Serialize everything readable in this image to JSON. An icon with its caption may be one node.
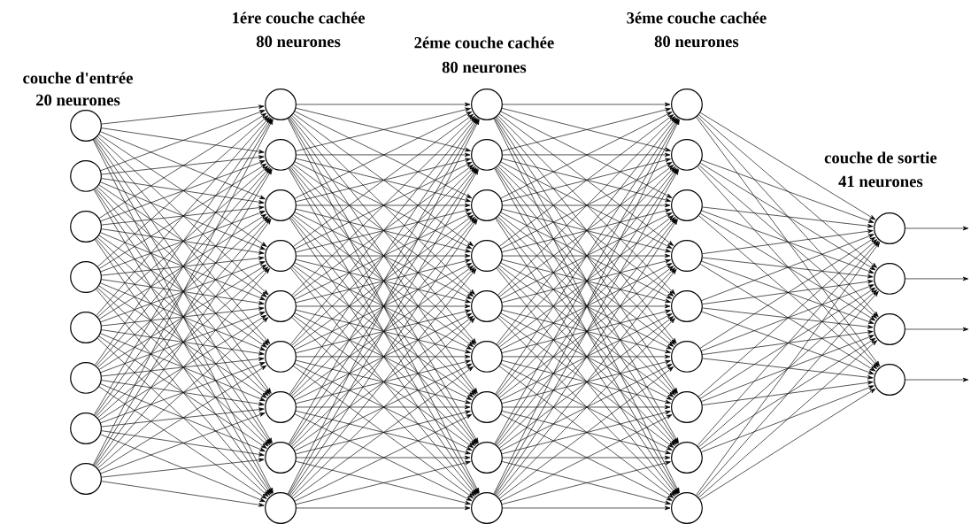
{
  "diagram": {
    "nodes": [
      {
        "text": [],
        "shape": "circle"
      },
      {
        "text": [],
        "shape": "circle"
      },
      {
        "text": [],
        "shape": "circle"
      },
      {
        "text": [],
        "shape": "circle"
      },
      {
        "text": [],
        "shape": "circle"
      },
      {
        "text": [],
        "shape": "circle"
      },
      {
        "text": [],
        "shape": "circle"
      },
      {
        "text": [],
        "shape": "circle"
      },
      {
        "text": [],
        "shape": "circle"
      },
      {
        "text": [],
        "shape": "circle"
      },
      {
        "text": [],
        "shape": "circle"
      },
      {
        "text": [],
        "shape": "circle"
      },
      {
        "text": [],
        "shape": "circle"
      },
      {
        "text": [],
        "shape": "circle"
      },
      {
        "text": [],
        "shape": "circle"
      },
      {
        "text": [],
        "shape": "circle"
      },
      {
        "text": [],
        "shape": "circle"
      },
      {
        "text": [],
        "shape": "circle"
      },
      {
        "text": [],
        "shape": "circle"
      },
      {
        "text": [],
        "shape": "circle"
      },
      {
        "text": [],
        "shape": "circle"
      },
      {
        "text": [],
        "shape": "circle"
      },
      {
        "text": [],
        "shape": "circle"
      },
      {
        "text": [],
        "shape": "circle"
      },
      {
        "text": [],
        "shape": "circle"
      },
      {
        "text": [],
        "shape": "circle"
      },
      {
        "text": [],
        "shape": "circle"
      },
      {
        "text": [],
        "shape": "circle"
      },
      {
        "text": [],
        "shape": "circle"
      },
      {
        "text": [],
        "shape": "circle"
      },
      {
        "text": [],
        "shape": "circle"
      },
      {
        "text": [],
        "shape": "circle"
      },
      {
        "text": [],
        "shape": "circle"
      },
      {
        "text": [],
        "shape": "circle"
      },
      {
        "text": [],
        "shape": "circle"
      },
      {
        "text": [],
        "shape": "circle"
      },
      {
        "text": [],
        "shape": "circle"
      },
      {
        "text": [],
        "shape": "circle"
      },
      {
        "text": [],
        "shape": "circle"
      }
    ],
    "edges": [
      {
        "from": 0,
        "to": 8,
        "arrow": "to"
      },
      {
        "from": 0,
        "to": 9,
        "arrow": "to"
      },
      {
        "from": 0,
        "to": 10,
        "arrow": "to"
      },
      {
        "from": 0,
        "to": 11,
        "arrow": "to"
      },
      {
        "from": 0,
        "to": 12,
        "arrow": "to"
      },
      {
        "from": 0,
        "to": 13,
        "arrow": "to"
      },
      {
        "from": 0,
        "to": 14,
        "arrow": "to"
      },
      {
        "from": 0,
        "to": 15,
        "arrow": "to"
      },
      {
        "from": 0,
        "to": 16,
        "arrow": "to"
      },
      {
        "from": 1,
        "to": 8,
        "arrow": "to"
      },
      {
        "from": 1,
        "to": 9,
        "arrow": "to"
      },
      {
        "from": 1,
        "to": 10,
        "arrow": "to"
      },
      {
        "from": 1,
        "to": 11,
        "arrow": "to"
      },
      {
        "from": 1,
        "to": 12,
        "arrow": "to"
      },
      {
        "from": 1,
        "to": 13,
        "arrow": "to"
      },
      {
        "from": 1,
        "to": 14,
        "arrow": "to"
      },
      {
        "from": 1,
        "to": 15,
        "arrow": "to"
      },
      {
        "from": 1,
        "to": 16,
        "arrow": "to"
      },
      {
        "from": 2,
        "to": 8,
        "arrow": "to"
      },
      {
        "from": 2,
        "to": 9,
        "arrow": "to"
      },
      {
        "from": 2,
        "to": 10,
        "arrow": "to"
      },
      {
        "from": 2,
        "to": 11,
        "arrow": "to"
      },
      {
        "from": 2,
        "to": 12,
        "arrow": "to"
      },
      {
        "from": 2,
        "to": 13,
        "arrow": "to"
      },
      {
        "from": 2,
        "to": 14,
        "arrow": "to"
      },
      {
        "from": 2,
        "to": 15,
        "arrow": "to"
      },
      {
        "from": 2,
        "to": 16,
        "arrow": "to"
      },
      {
        "from": 3,
        "to": 8,
        "arrow": "to"
      },
      {
        "from": 3,
        "to": 9,
        "arrow": "to"
      },
      {
        "from": 3,
        "to": 10,
        "arrow": "to"
      },
      {
        "from": 3,
        "to": 11,
        "arrow": "to"
      },
      {
        "from": 3,
        "to": 12,
        "arrow": "to"
      },
      {
        "from": 3,
        "to": 13,
        "arrow": "to"
      },
      {
        "from": 3,
        "to": 14,
        "arrow": "to"
      },
      {
        "from": 3,
        "to": 15,
        "arrow": "to"
      },
      {
        "from": 3,
        "to": 16,
        "arrow": "to"
      },
      {
        "from": 4,
        "to": 8,
        "arrow": "to"
      },
      {
        "from": 4,
        "to": 9,
        "arrow": "to"
      },
      {
        "from": 4,
        "to": 10,
        "arrow": "to"
      },
      {
        "from": 4,
        "to": 11,
        "arrow": "to"
      },
      {
        "from": 4,
        "to": 12,
        "arrow": "to"
      },
      {
        "from": 4,
        "to": 13,
        "arrow": "to"
      },
      {
        "from": 4,
        "to": 14,
        "arrow": "to"
      },
      {
        "from": 4,
        "to": 15,
        "arrow": "to"
      },
      {
        "from": 4,
        "to": 16,
        "arrow": "to"
      },
      {
        "from": 5,
        "to": 8,
        "arrow": "to"
      },
      {
        "from": 5,
        "to": 9,
        "arrow": "to"
      },
      {
        "from": 5,
        "to": 10,
        "arrow": "to"
      },
      {
        "from": 5,
        "to": 11,
        "arrow": "to"
      },
      {
        "from": 5,
        "to": 12,
        "arrow": "to"
      },
      {
        "from": 5,
        "to": 13,
        "arrow": "to"
      },
      {
        "from": 5,
        "to": 14,
        "arrow": "to"
      },
      {
        "from": 5,
        "to": 15,
        "arrow": "to"
      },
      {
        "from": 5,
        "to": 16,
        "arrow": "to"
      },
      {
        "from": 6,
        "to": 8,
        "arrow": "to"
      },
      {
        "from": 6,
        "to": 9,
        "arrow": "to"
      },
      {
        "from": 6,
        "to": 10,
        "arrow": "to"
      },
      {
        "from": 6,
        "to": 11,
        "arrow": "to"
      },
      {
        "from": 6,
        "to": 12,
        "arrow": "to"
      },
      {
        "from": 6,
        "to": 13,
        "arrow": "to"
      },
      {
        "from": 6,
        "to": 14,
        "arrow": "to"
      },
      {
        "from": 6,
        "to": 15,
        "arrow": "to"
      },
      {
        "from": 6,
        "to": 16,
        "arrow": "to"
      },
      {
        "from": 7,
        "to": 8,
        "arrow": "to"
      },
      {
        "from": 7,
        "to": 9,
        "arrow": "to"
      },
      {
        "from": 7,
        "to": 10,
        "arrow": "to"
      },
      {
        "from": 7,
        "to": 11,
        "arrow": "to"
      },
      {
        "from": 7,
        "to": 12,
        "arrow": "to"
      },
      {
        "from": 7,
        "to": 13,
        "arrow": "to"
      },
      {
        "from": 7,
        "to": 14,
        "arrow": "to"
      },
      {
        "from": 7,
        "to": 15,
        "arrow": "to"
      },
      {
        "from": 7,
        "to": 16,
        "arrow": "to"
      },
      {
        "from": 8,
        "to": 17,
        "arrow": "to"
      },
      {
        "from": 8,
        "to": 18,
        "arrow": "to"
      },
      {
        "from": 8,
        "to": 19,
        "arrow": "to"
      },
      {
        "from": 8,
        "to": 20,
        "arrow": "to"
      },
      {
        "from": 8,
        "to": 21,
        "arrow": "to"
      },
      {
        "from": 8,
        "to": 22,
        "arrow": "to"
      },
      {
        "from": 8,
        "to": 23,
        "arrow": "to"
      },
      {
        "from": 8,
        "to": 24,
        "arrow": "to"
      },
      {
        "from": 8,
        "to": 25,
        "arrow": "to"
      },
      {
        "from": 9,
        "to": 17,
        "arrow": "to"
      },
      {
        "from": 9,
        "to": 18,
        "arrow": "to"
      },
      {
        "from": 9,
        "to": 19,
        "arrow": "to"
      },
      {
        "from": 9,
        "to": 20,
        "arrow": "to"
      },
      {
        "from": 9,
        "to": 21,
        "arrow": "to"
      },
      {
        "from": 9,
        "to": 22,
        "arrow": "to"
      },
      {
        "from": 9,
        "to": 23,
        "arrow": "to"
      },
      {
        "from": 9,
        "to": 24,
        "arrow": "to"
      },
      {
        "from": 9,
        "to": 25,
        "arrow": "to"
      },
      {
        "from": 10,
        "to": 17,
        "arrow": "to"
      },
      {
        "from": 10,
        "to": 18,
        "arrow": "to"
      },
      {
        "from": 10,
        "to": 19,
        "arrow": "to"
      },
      {
        "from": 10,
        "to": 20,
        "arrow": "to"
      },
      {
        "from": 10,
        "to": 21,
        "arrow": "to"
      },
      {
        "from": 10,
        "to": 22,
        "arrow": "to"
      },
      {
        "from": 10,
        "to": 23,
        "arrow": "to"
      },
      {
        "from": 10,
        "to": 24,
        "arrow": "to"
      },
      {
        "from": 10,
        "to": 25,
        "arrow": "to"
      },
      {
        "from": 11,
        "to": 17,
        "arrow": "to"
      },
      {
        "from": 11,
        "to": 18,
        "arrow": "to"
      },
      {
        "from": 11,
        "to": 19,
        "arrow": "to"
      },
      {
        "from": 11,
        "to": 20,
        "arrow": "to"
      },
      {
        "from": 11,
        "to": 21,
        "arrow": "to"
      },
      {
        "from": 11,
        "to": 22,
        "arrow": "to"
      },
      {
        "from": 11,
        "to": 23,
        "arrow": "to"
      },
      {
        "from": 11,
        "to": 24,
        "arrow": "to"
      },
      {
        "from": 11,
        "to": 25,
        "arrow": "to"
      },
      {
        "from": 12,
        "to": 17,
        "arrow": "to"
      },
      {
        "from": 12,
        "to": 18,
        "arrow": "to"
      },
      {
        "from": 12,
        "to": 19,
        "arrow": "to"
      },
      {
        "from": 12,
        "to": 20,
        "arrow": "to"
      },
      {
        "from": 12,
        "to": 21,
        "arrow": "to"
      },
      {
        "from": 12,
        "to": 22,
        "arrow": "to"
      },
      {
        "from": 12,
        "to": 23,
        "arrow": "to"
      },
      {
        "from": 12,
        "to": 24,
        "arrow": "to"
      },
      {
        "from": 12,
        "to": 25,
        "arrow": "to"
      },
      {
        "from": 13,
        "to": 17,
        "arrow": "to"
      },
      {
        "from": 13,
        "to": 18,
        "arrow": "to"
      },
      {
        "from": 13,
        "to": 19,
        "arrow": "to"
      },
      {
        "from": 13,
        "to": 20,
        "arrow": "to"
      },
      {
        "from": 13,
        "to": 21,
        "arrow": "to"
      },
      {
        "from": 13,
        "to": 22,
        "arrow": "to"
      },
      {
        "from": 13,
        "to": 23,
        "arrow": "to"
      },
      {
        "from": 13,
        "to": 24,
        "arrow": "to"
      },
      {
        "from": 13,
        "to": 25,
        "arrow": "to"
      },
      {
        "from": 14,
        "to": 17,
        "arrow": "to"
      },
      {
        "from": 14,
        "to": 18,
        "arrow": "to"
      },
      {
        "from": 14,
        "to": 19,
        "arrow": "to"
      },
      {
        "from": 14,
        "to": 20,
        "arrow": "to"
      },
      {
        "from": 14,
        "to": 21,
        "arrow": "to"
      },
      {
        "from": 14,
        "to": 22,
        "arrow": "to"
      },
      {
        "from": 14,
        "to": 23,
        "arrow": "to"
      },
      {
        "from": 14,
        "to": 24,
        "arrow": "to"
      },
      {
        "from": 14,
        "to": 25,
        "arrow": "to"
      },
      {
        "from": 15,
        "to": 17,
        "arrow": "to"
      },
      {
        "from": 15,
        "to": 18,
        "arrow": "to"
      },
      {
        "from": 15,
        "to": 19,
        "arrow": "to"
      },
      {
        "from": 15,
        "to": 20,
        "arrow": "to"
      },
      {
        "from": 15,
        "to": 21,
        "arrow": "to"
      },
      {
        "from": 15,
        "to": 22,
        "arrow": "to"
      },
      {
        "from": 15,
        "to": 23,
        "arrow": "to"
      },
      {
        "from": 15,
        "to": 24,
        "arrow": "to"
      },
      {
        "from": 15,
        "to": 25,
        "arrow": "to"
      },
      {
        "from": 16,
        "to": 17,
        "arrow": "to"
      },
      {
        "from": 16,
        "to": 18,
        "arrow": "to"
      },
      {
        "from": 16,
        "to": 19,
        "arrow": "to"
      },
      {
        "from": 16,
        "to": 20,
        "arrow": "to"
      },
      {
        "from": 16,
        "to": 21,
        "arrow": "to"
      },
      {
        "from": 16,
        "to": 22,
        "arrow": "to"
      },
      {
        "from": 16,
        "to": 23,
        "arrow": "to"
      },
      {
        "from": 16,
        "to": 24,
        "arrow": "to"
      },
      {
        "from": 16,
        "to": 25,
        "arrow": "to"
      },
      {
        "from": 17,
        "to": 26,
        "arrow": "to"
      },
      {
        "from": 17,
        "to": 27,
        "arrow": "to"
      },
      {
        "from": 17,
        "to": 28,
        "arrow": "to"
      },
      {
        "from": 17,
        "to": 29,
        "arrow": "to"
      },
      {
        "from": 17,
        "to": 30,
        "arrow": "to"
      },
      {
        "from": 17,
        "to": 31,
        "arrow": "to"
      },
      {
        "from": 17,
        "to": 32,
        "arrow": "to"
      },
      {
        "from": 17,
        "to": 33,
        "arrow": "to"
      },
      {
        "from": 17,
        "to": 34,
        "arrow": "to"
      },
      {
        "from": 18,
        "to": 26,
        "arrow": "to"
      },
      {
        "from": 18,
        "to": 27,
        "arrow": "to"
      },
      {
        "from": 18,
        "to": 28,
        "arrow": "to"
      },
      {
        "from": 18,
        "to": 29,
        "arrow": "to"
      },
      {
        "from": 18,
        "to": 30,
        "arrow": "to"
      },
      {
        "from": 18,
        "to": 31,
        "arrow": "to"
      },
      {
        "from": 18,
        "to": 32,
        "arrow": "to"
      },
      {
        "from": 18,
        "to": 33,
        "arrow": "to"
      },
      {
        "from": 18,
        "to": 34,
        "arrow": "to"
      },
      {
        "from": 19,
        "to": 26,
        "arrow": "to"
      },
      {
        "from": 19,
        "to": 27,
        "arrow": "to"
      },
      {
        "from": 19,
        "to": 28,
        "arrow": "to"
      },
      {
        "from": 19,
        "to": 29,
        "arrow": "to"
      },
      {
        "from": 19,
        "to": 30,
        "arrow": "to"
      },
      {
        "from": 19,
        "to": 31,
        "arrow": "to"
      },
      {
        "from": 19,
        "to": 32,
        "arrow": "to"
      },
      {
        "from": 19,
        "to": 33,
        "arrow": "to"
      },
      {
        "from": 19,
        "to": 34,
        "arrow": "to"
      },
      {
        "from": 20,
        "to": 26,
        "arrow": "to"
      },
      {
        "from": 20,
        "to": 27,
        "arrow": "to"
      },
      {
        "from": 20,
        "to": 28,
        "arrow": "to"
      },
      {
        "from": 20,
        "to": 29,
        "arrow": "to"
      },
      {
        "from": 20,
        "to": 30,
        "arrow": "to"
      },
      {
        "from": 20,
        "to": 31,
        "arrow": "to"
      },
      {
        "from": 20,
        "to": 32,
        "arrow": "to"
      },
      {
        "from": 20,
        "to": 33,
        "arrow": "to"
      },
      {
        "from": 20,
        "to": 34,
        "arrow": "to"
      },
      {
        "from": 21,
        "to": 26,
        "arrow": "to"
      },
      {
        "from": 21,
        "to": 27,
        "arrow": "to"
      },
      {
        "from": 21,
        "to": 28,
        "arrow": "to"
      },
      {
        "from": 21,
        "to": 29,
        "arrow": "to"
      },
      {
        "from": 21,
        "to": 30,
        "arrow": "to"
      },
      {
        "from": 21,
        "to": 31,
        "arrow": "to"
      },
      {
        "from": 21,
        "to": 32,
        "arrow": "to"
      },
      {
        "from": 21,
        "to": 33,
        "arrow": "to"
      },
      {
        "from": 21,
        "to": 34,
        "arrow": "to"
      },
      {
        "from": 22,
        "to": 26,
        "arrow": "to"
      },
      {
        "from": 22,
        "to": 27,
        "arrow": "to"
      },
      {
        "from": 22,
        "to": 28,
        "arrow": "to"
      },
      {
        "from": 22,
        "to": 29,
        "arrow": "to"
      },
      {
        "from": 22,
        "to": 30,
        "arrow": "to"
      },
      {
        "from": 22,
        "to": 31,
        "arrow": "to"
      },
      {
        "from": 22,
        "to": 32,
        "arrow": "to"
      },
      {
        "from": 22,
        "to": 33,
        "arrow": "to"
      },
      {
        "from": 22,
        "to": 34,
        "arrow": "to"
      },
      {
        "from": 23,
        "to": 26,
        "arrow": "to"
      },
      {
        "from": 23,
        "to": 27,
        "arrow": "to"
      },
      {
        "from": 23,
        "to": 28,
        "arrow": "to"
      },
      {
        "from": 23,
        "to": 29,
        "arrow": "to"
      },
      {
        "from": 23,
        "to": 30,
        "arrow": "to"
      },
      {
        "from": 23,
        "to": 31,
        "arrow": "to"
      },
      {
        "from": 23,
        "to": 32,
        "arrow": "to"
      },
      {
        "from": 23,
        "to": 33,
        "arrow": "to"
      },
      {
        "from": 23,
        "to": 34,
        "arrow": "to"
      },
      {
        "from": 24,
        "to": 26,
        "arrow": "to"
      },
      {
        "from": 24,
        "to": 27,
        "arrow": "to"
      },
      {
        "from": 24,
        "to": 28,
        "arrow": "to"
      },
      {
        "from": 24,
        "to": 29,
        "arrow": "to"
      },
      {
        "from": 24,
        "to": 30,
        "arrow": "to"
      },
      {
        "from": 24,
        "to": 31,
        "arrow": "to"
      },
      {
        "from": 24,
        "to": 32,
        "arrow": "to"
      },
      {
        "from": 24,
        "to": 33,
        "arrow": "to"
      },
      {
        "from": 24,
        "to": 34,
        "arrow": "to"
      },
      {
        "from": 25,
        "to": 26,
        "arrow": "to"
      },
      {
        "from": 25,
        "to": 27,
        "arrow": "to"
      },
      {
        "from": 25,
        "to": 28,
        "arrow": "to"
      },
      {
        "from": 25,
        "to": 29,
        "arrow": "to"
      },
      {
        "from": 25,
        "to": 30,
        "arrow": "to"
      },
      {
        "from": 25,
        "to": 31,
        "arrow": "to"
      },
      {
        "from": 25,
        "to": 32,
        "arrow": "to"
      },
      {
        "from": 25,
        "to": 33,
        "arrow": "to"
      },
      {
        "from": 25,
        "to": 34,
        "arrow": "to"
      },
      {
        "from": 26,
        "to": 35,
        "arrow": "to"
      },
      {
        "from": 26,
        "to": 36,
        "arrow": "to"
      },
      {
        "from": 26,
        "to": 37,
        "arrow": "to"
      },
      {
        "from": 26,
        "to": 38,
        "arrow": "to"
      },
      {
        "from": 27,
        "to": 35,
        "arrow": "to"
      },
      {
        "from": 27,
        "to": 36,
        "arrow": "to"
      },
      {
        "from": 27,
        "to": 37,
        "arrow": "to"
      },
      {
        "from": 27,
        "to": 38,
        "arrow": "to"
      },
      {
        "from": 28,
        "to": 35,
        "arrow": "to"
      },
      {
        "from": 28,
        "to": 36,
        "arrow": "to"
      },
      {
        "from": 28,
        "to": 37,
        "arrow": "to"
      },
      {
        "from": 28,
        "to": 38,
        "arrow": "to"
      },
      {
        "from": 29,
        "to": 35,
        "arrow": "to"
      },
      {
        "from": 29,
        "to": 36,
        "arrow": "to"
      },
      {
        "from": 29,
        "to": 37,
        "arrow": "to"
      },
      {
        "from": 29,
        "to": 38,
        "arrow": "to"
      },
      {
        "from": 30,
        "to": 35,
        "arrow": "to"
      },
      {
        "from": 30,
        "to": 36,
        "arrow": "to"
      },
      {
        "from": 30,
        "to": 37,
        "arrow": "to"
      },
      {
        "from": 30,
        "to": 38,
        "arrow": "to"
      },
      {
        "from": 31,
        "to": 35,
        "arrow": "to"
      },
      {
        "from": 31,
        "to": 36,
        "arrow": "to"
      },
      {
        "from": 31,
        "to": 37,
        "arrow": "to"
      },
      {
        "from": 31,
        "to": 38,
        "arrow": "to"
      },
      {
        "from": 32,
        "to": 35,
        "arrow": "to"
      },
      {
        "from": 32,
        "to": 36,
        "arrow": "to"
      },
      {
        "from": 32,
        "to": 37,
        "arrow": "to"
      },
      {
        "from": 32,
        "to": 38,
        "arrow": "to"
      },
      {
        "from": 33,
        "to": 35,
        "arrow": "to"
      },
      {
        "from": 33,
        "to": 36,
        "arrow": "to"
      },
      {
        "from": 33,
        "to": 37,
        "arrow": "to"
      },
      {
        "from": 33,
        "to": 38,
        "arrow": "to"
      },
      {
        "from": 34,
        "to": 35,
        "arrow": "to"
      },
      {
        "from": 34,
        "to": 36,
        "arrow": "to"
      },
      {
        "from": 34,
        "to": 37,
        "arrow": "to"
      },
      {
        "from": 34,
        "to": 38,
        "arrow": "to"
      },
      {
        "from": 35,
        "to": null,
        "arrow": "to"
      },
      {
        "from": 36,
        "to": null,
        "arrow": "to"
      },
      {
        "from": 37,
        "to": null,
        "arrow": "to"
      },
      {
        "from": 38,
        "to": null,
        "arrow": "to"
      }
    ],
    "labels": [
      "couche d'entrée",
      "20 neurones",
      "1ére couche cachée",
      "80 neurones",
      "2éme couche cachée",
      "80 neurones",
      "3éme couche cachée",
      "80 neurones",
      "couche de sortie",
      "41 neurones"
    ]
  }
}
